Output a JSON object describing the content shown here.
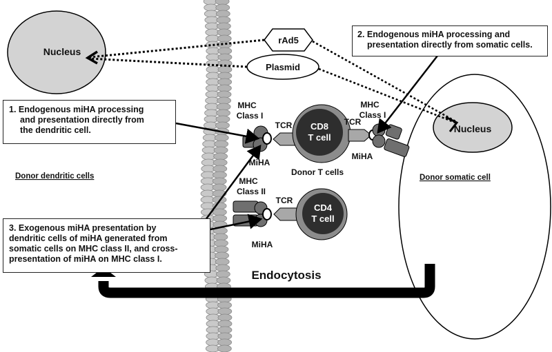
{
  "nodes": {
    "nucleus_left": "Nucleus",
    "nucleus_right": "Nucleus",
    "rad5": "rAd5",
    "plasmid": "Plasmid",
    "cd8": [
      "CD8",
      "T cell"
    ],
    "cd4": [
      "CD4",
      "T cell"
    ]
  },
  "labels": {
    "mhc1_left": [
      "MHC",
      "Class I"
    ],
    "mhc1_right": [
      "MHC",
      "Class I"
    ],
    "mhc2": [
      "MHC",
      "Class II"
    ],
    "tcr_left": "TCR",
    "tcr_right": "TCR",
    "tcr_cd4": "TCR",
    "miha_left": "MiHA",
    "miha_right": "MiHA",
    "miha_bottom": "MiHA",
    "donor_t_cells": "Donor T cells",
    "donor_dendritic_cells": "Donor dendritic cells",
    "donor_somatic_cell": "Donor somatic cell",
    "endocytosis": "Endocytosis"
  },
  "callouts": {
    "box1": [
      "1.  Endogenous miHA processing",
      "and presentation directly from",
      "the dendritic cell."
    ],
    "box2": [
      "2. Endogenous miHA processing and",
      "presentation directly from somatic cells."
    ],
    "box3": [
      "3. Exogenous miHA presentation by",
      "dendritic cells of miHA generated from",
      "somatic cells on MHC class II, and cross-",
      "presentation of miHA on MHC class I."
    ]
  },
  "colors": {
    "nucleus_fill": "#d3d3d3",
    "tcell_dark": "#2e2e2e",
    "tcell_ring": "#8c8c8c",
    "receptor_fill": "#a8a8a8",
    "mhc_fill": "#6f6f6f",
    "membrane": "#bdbdbd",
    "arrow": "#000000"
  }
}
